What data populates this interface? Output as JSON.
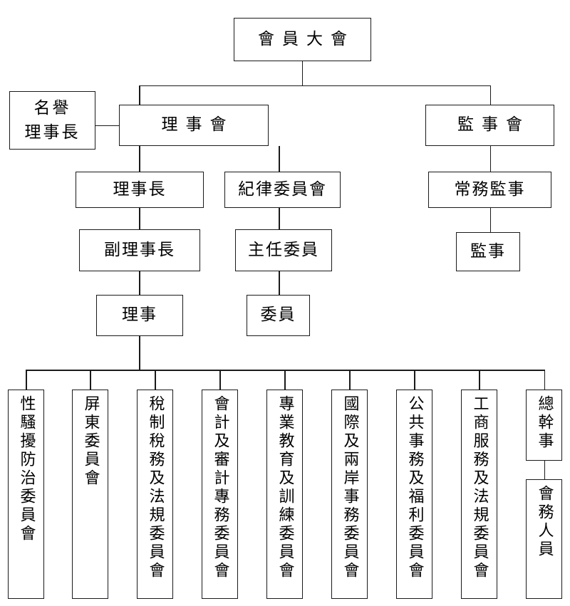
{
  "chart": {
    "type": "org-chart",
    "title": "",
    "orientation": "top-down",
    "line_color": "#1a1a1a",
    "background": "#ffffff",
    "nodes": {
      "assembly": "會員大會",
      "honorary_chair": "名譽\n理事長",
      "board": "理事會",
      "supervisors_board": "監事會",
      "chairman": "理事長",
      "discipline_committee": "紀律委員會",
      "standing_supervisor": "常務監事",
      "vice_chairman": "副理事長",
      "chief_commissioner": "主任委員",
      "supervisor": "監事",
      "director": "理事",
      "committee_member": "委員"
    },
    "committees": [
      {
        "id": "sexual-harassment-prevention",
        "label": "性騷擾防治委員會"
      },
      {
        "id": "pingtung",
        "label": "屏東委員會"
      },
      {
        "id": "tax-system-and-regulations",
        "label": "稅制稅務及法規委員會"
      },
      {
        "id": "accounting-and-audit-affairs",
        "label": "會計及審計專務委員會"
      },
      {
        "id": "professional-education-and-training",
        "label": "專業教育及訓練委員會"
      },
      {
        "id": "international-and-cross-strait-affairs",
        "label": "國際及兩岸事務委員會"
      },
      {
        "id": "public-affairs-and-welfare",
        "label": "公共事務及福利委員會"
      },
      {
        "id": "commerce-service-and-regulations",
        "label": "工商服務及法規委員會"
      },
      {
        "id": "secretary-general",
        "label": "總幹事"
      }
    ],
    "staff": {
      "id": "association-staff",
      "label": "會務人員"
    }
  }
}
